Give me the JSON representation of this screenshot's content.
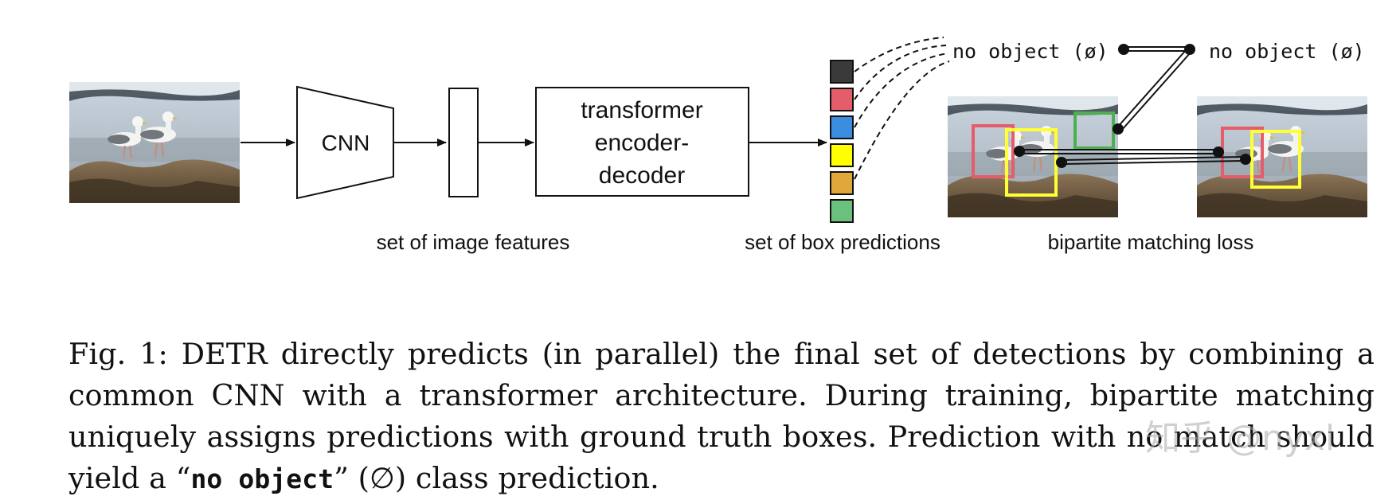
{
  "diagram": {
    "cnn_label": "CNN",
    "transformer_label_lines": [
      "transformer",
      "encoder-",
      "decoder"
    ],
    "features_caption": "set of image features",
    "predictions_caption": "set of box predictions",
    "matching_caption": "bipartite matching loss",
    "no_object_left": "no object (ø)",
    "no_object_right": "no object (ø)",
    "prediction_colors": [
      "#3a3a3a",
      "#e35d6a",
      "#3b8de0",
      "#ffff00",
      "#e0a83a",
      "#6cc07e"
    ],
    "box_colors": {
      "red": "#e35d6a",
      "yellow": "#ffff33",
      "green": "#4caf50"
    }
  },
  "caption": {
    "prefix": "Fig. 1: DETR directly predicts (in parallel) the final set of detections by combining a common CNN with a transformer architecture. During training, bipartite matching uniquely assigns predictions with ground truth boxes. Prediction with no match should yield a “",
    "mono_term": "no object",
    "suffix": "” (∅) class prediction."
  },
  "watermark": "知乎 @nyxl"
}
